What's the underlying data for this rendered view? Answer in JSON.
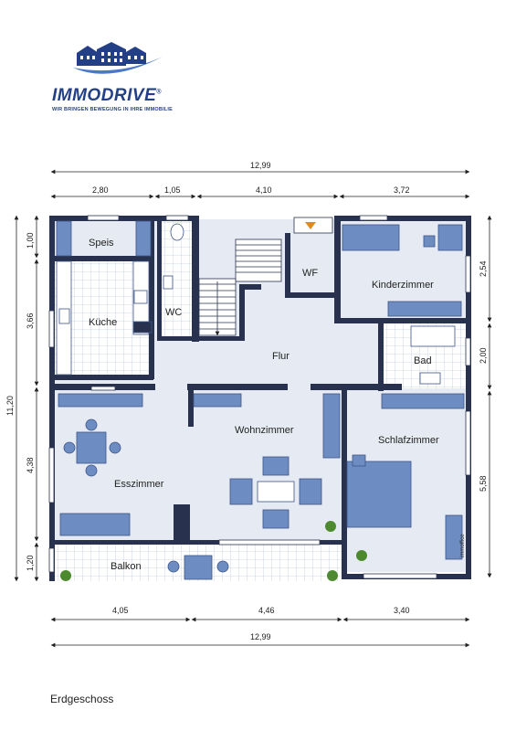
{
  "brand": {
    "name": "IMMODRIVE",
    "registered_mark": "®",
    "tagline": "WIR BRINGEN BEWEGUNG IN IHRE IMMOBILIE"
  },
  "floor_name": "Erdgeschoss",
  "watermark": "immoffice",
  "rooms": {
    "speis": "Speis",
    "kueche": "Küche",
    "wc": "WC",
    "wf": "WF",
    "kinderzimmer": "Kinderzimmer",
    "flur": "Flur",
    "bad": "Bad",
    "wohnzimmer": "Wohnzimmer",
    "schlafzimmer": "Schlafzimmer",
    "esszimmer": "Esszimmer",
    "balkon": "Balkon"
  },
  "dimensions": {
    "top_total": "12,99",
    "top_segments": [
      "2,80",
      "1,05",
      "4,10",
      "3,72"
    ],
    "bottom_segments": [
      "4,05",
      "4,46",
      "3,40"
    ],
    "bottom_total": "12,99",
    "left_total": "11,20",
    "left_segments": [
      "1,00",
      "3,66",
      "4,38",
      "1,20"
    ],
    "right_segments": [
      "2,54",
      "2,00",
      "5,58"
    ]
  },
  "colors": {
    "wall": "#28324f",
    "floor": "#e6ebf3",
    "furniture": "#6d8cc2",
    "tile_line": "#c2cbe0",
    "brand": "#233f86"
  }
}
